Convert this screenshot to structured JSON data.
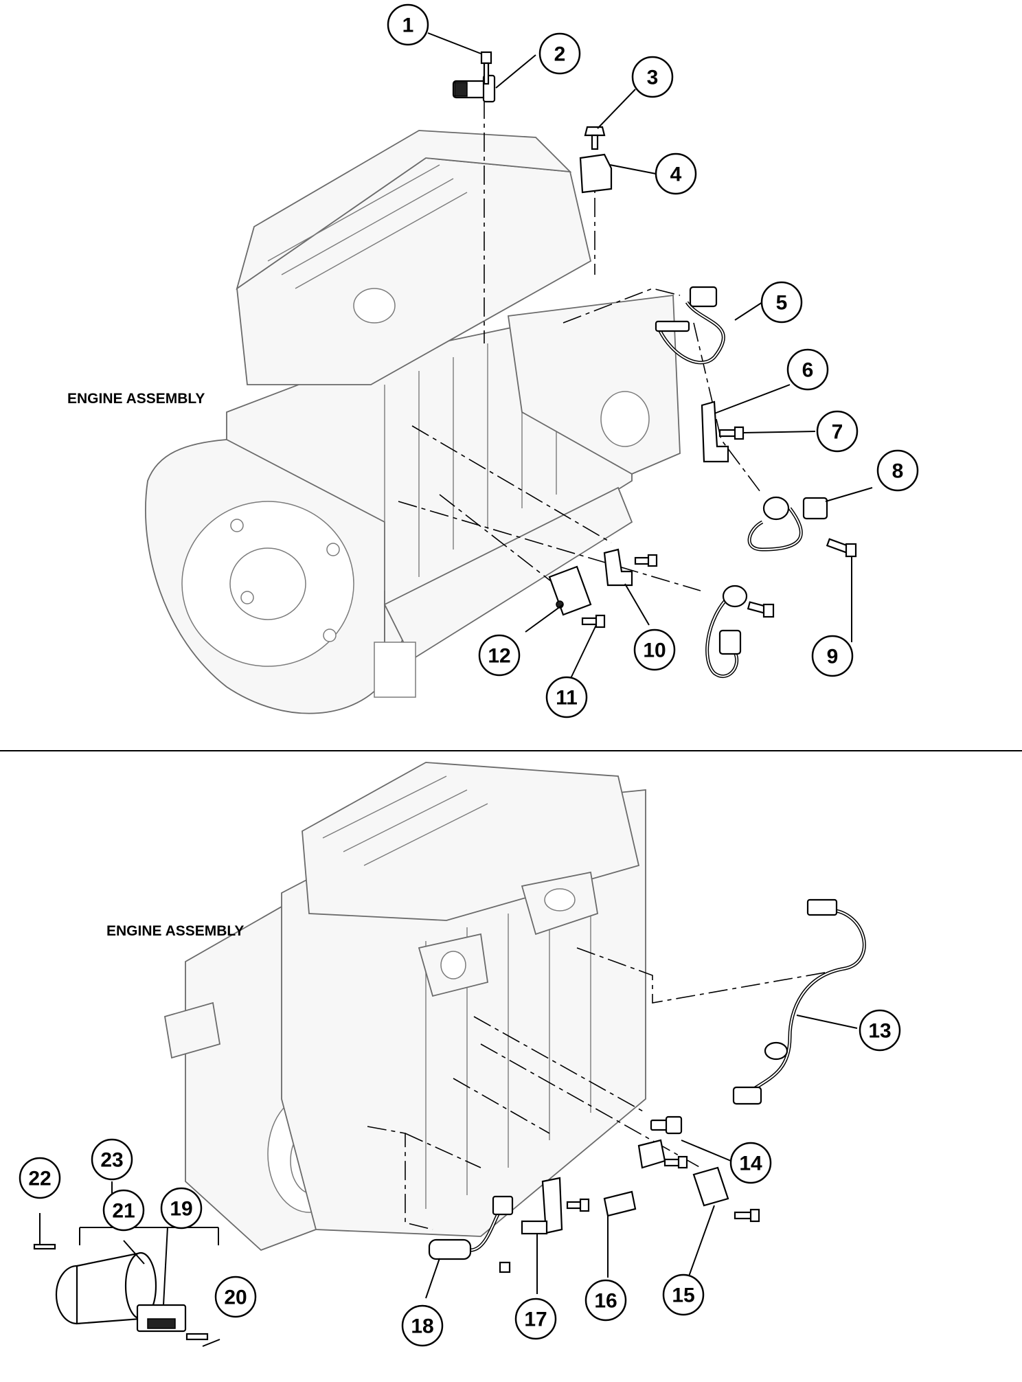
{
  "labels": {
    "top_engine": "ENGINE ASSEMBLY",
    "bottom_engine": "ENGINE ASSEMBLY"
  },
  "callouts": [
    "1",
    "2",
    "3",
    "4",
    "5",
    "6",
    "7",
    "8",
    "9",
    "10",
    "11",
    "12",
    "13",
    "14",
    "15",
    "16",
    "17",
    "18",
    "19",
    "20",
    "21",
    "22",
    "23"
  ],
  "colors": {
    "ink": "#000000",
    "paper": "#ffffff",
    "engine_stroke": "#6a6a6a"
  }
}
